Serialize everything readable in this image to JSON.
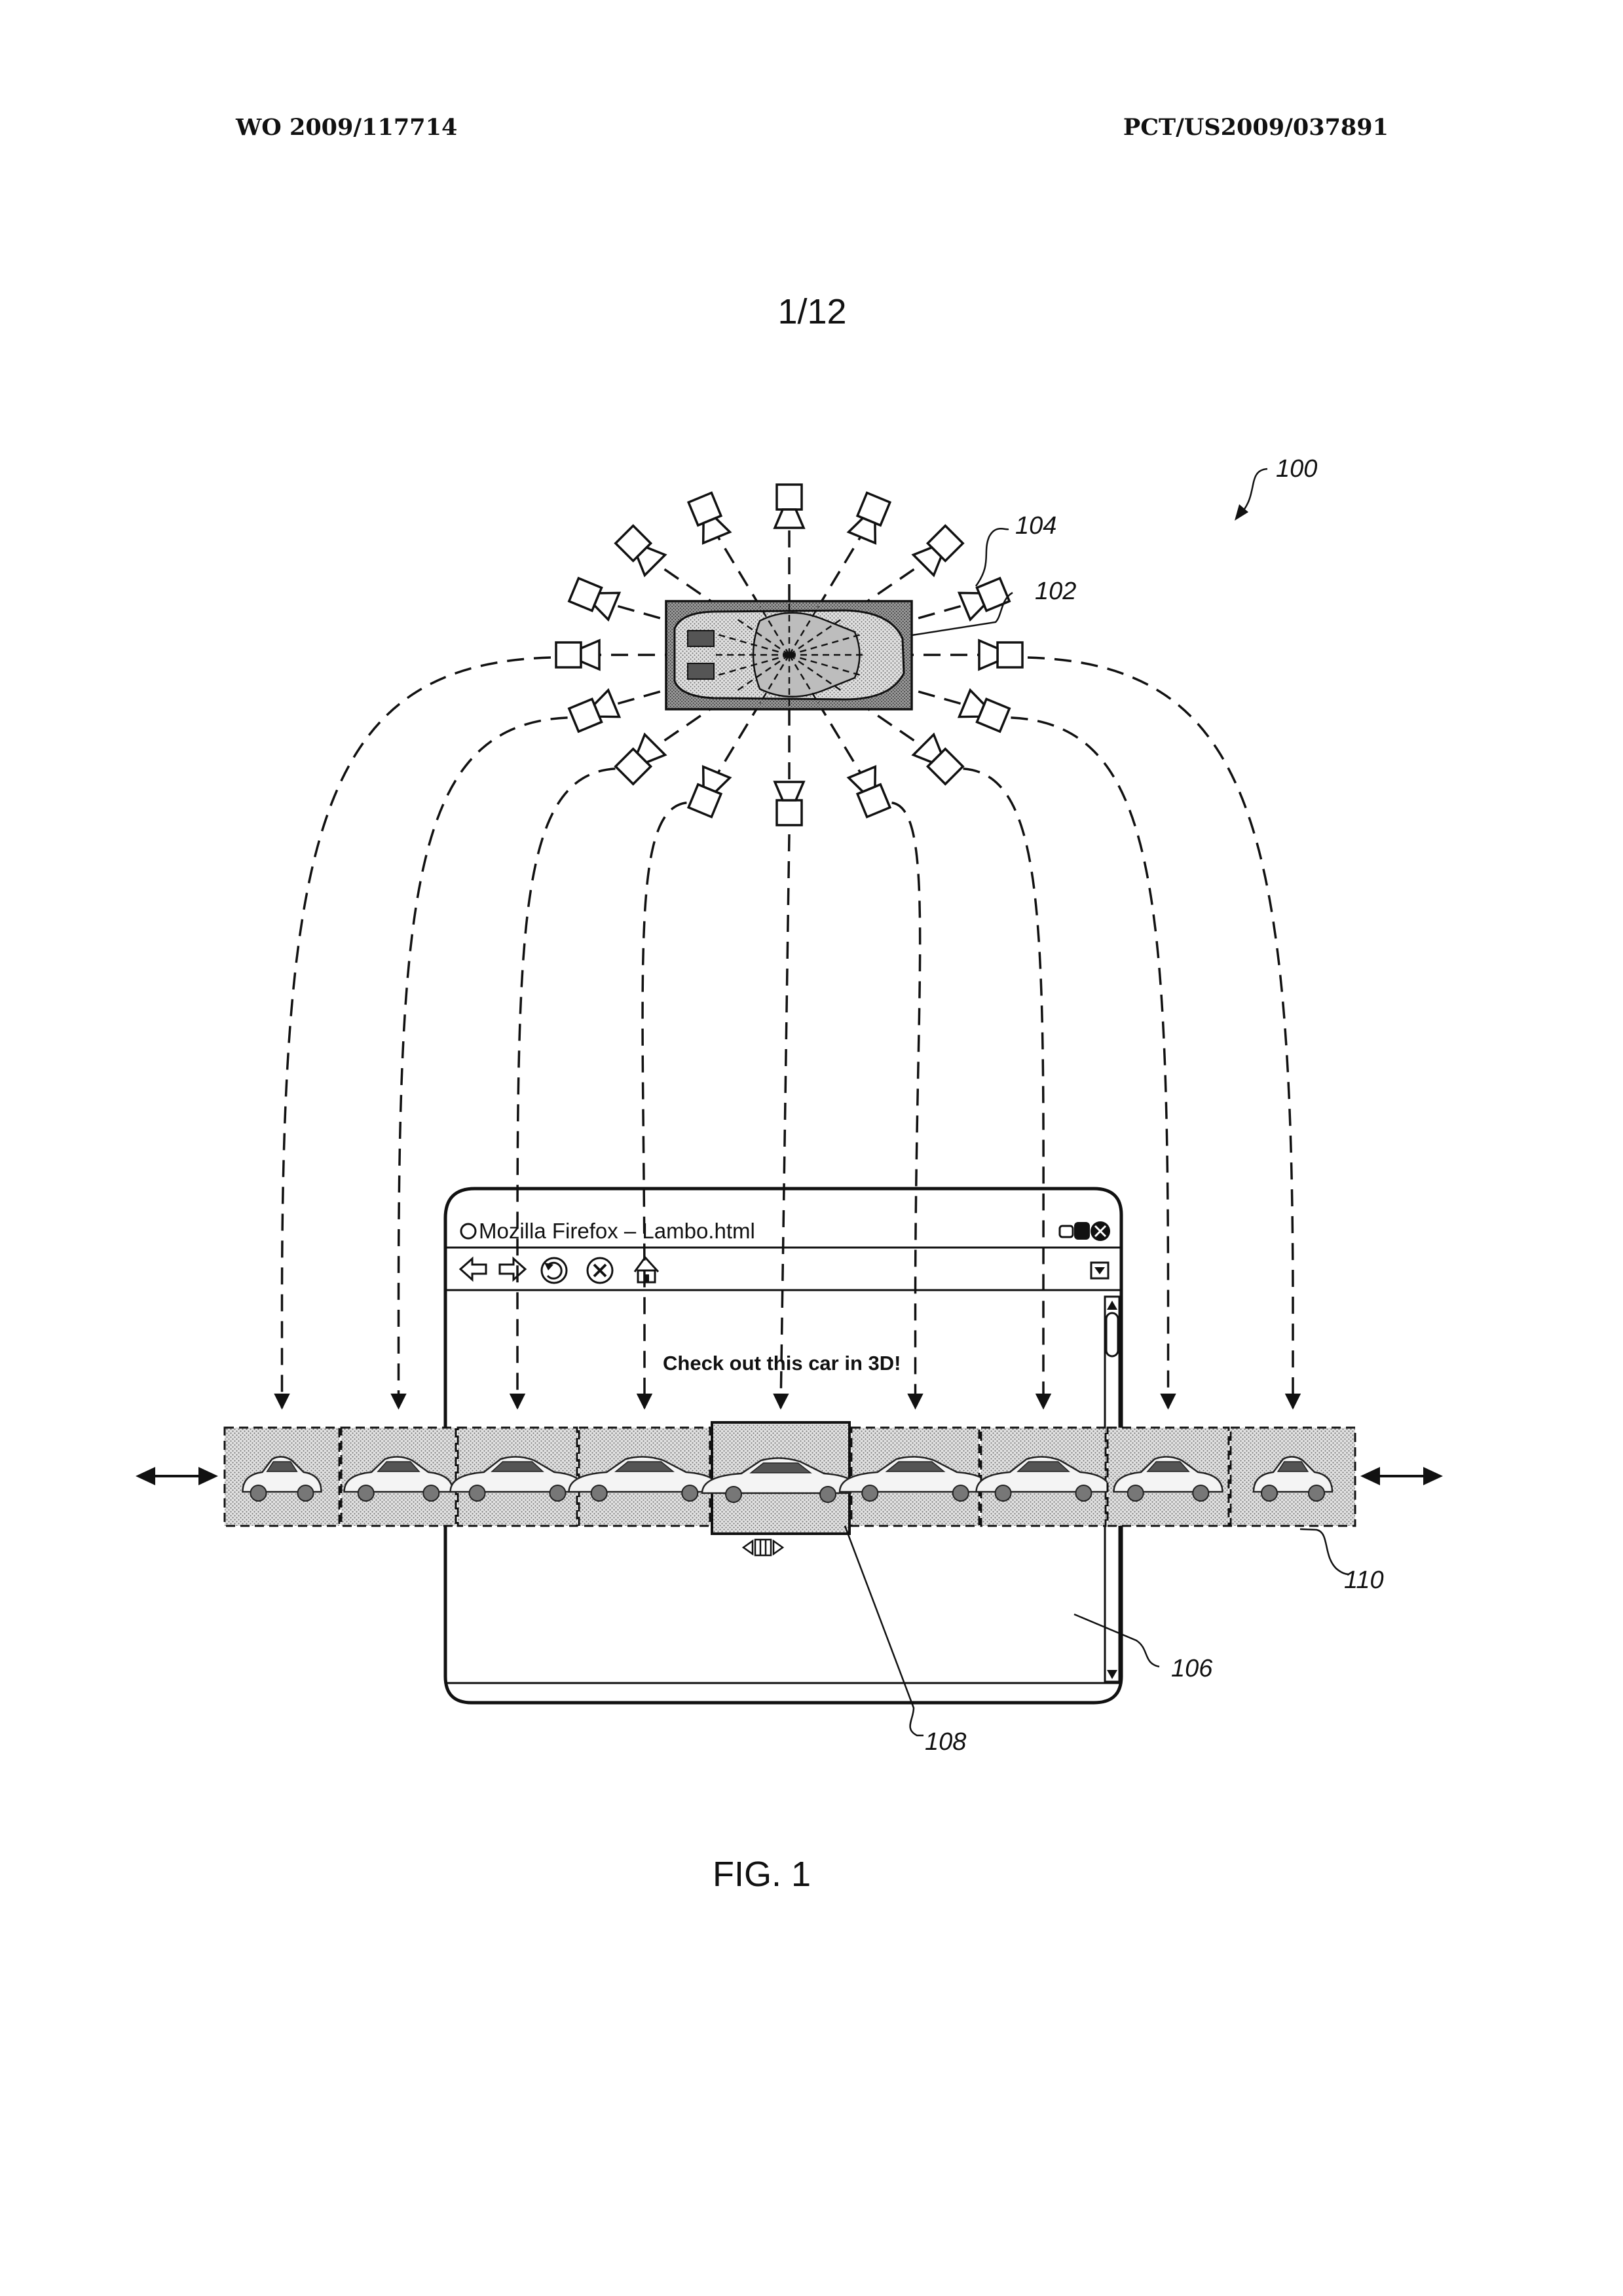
{
  "header": {
    "publication_number": "WO 2009/117714",
    "application_number": "PCT/US2009/037891"
  },
  "sheet_number": "1/12",
  "figure_label": "FIG. 1",
  "reference_numerals": {
    "system": "100",
    "object": "102",
    "camera": "104",
    "browser_window": "106",
    "selected_thumbnail": "108",
    "thumbnail_strip": "110"
  },
  "browser": {
    "title": "Mozilla Firefox – Lambo.html",
    "toolbar_icons": [
      "back-arrow-icon",
      "forward-arrow-icon",
      "reload-icon",
      "stop-icon",
      "home-icon"
    ],
    "content_heading": "Check out this car in 3D!"
  },
  "diagram": {
    "camera_count": 16,
    "thumbnail_count": 9,
    "selected_thumbnail_index": 4,
    "colors": {
      "ink": "#111111",
      "stipple": "#c9c9c9",
      "paper": "#ffffff"
    }
  }
}
